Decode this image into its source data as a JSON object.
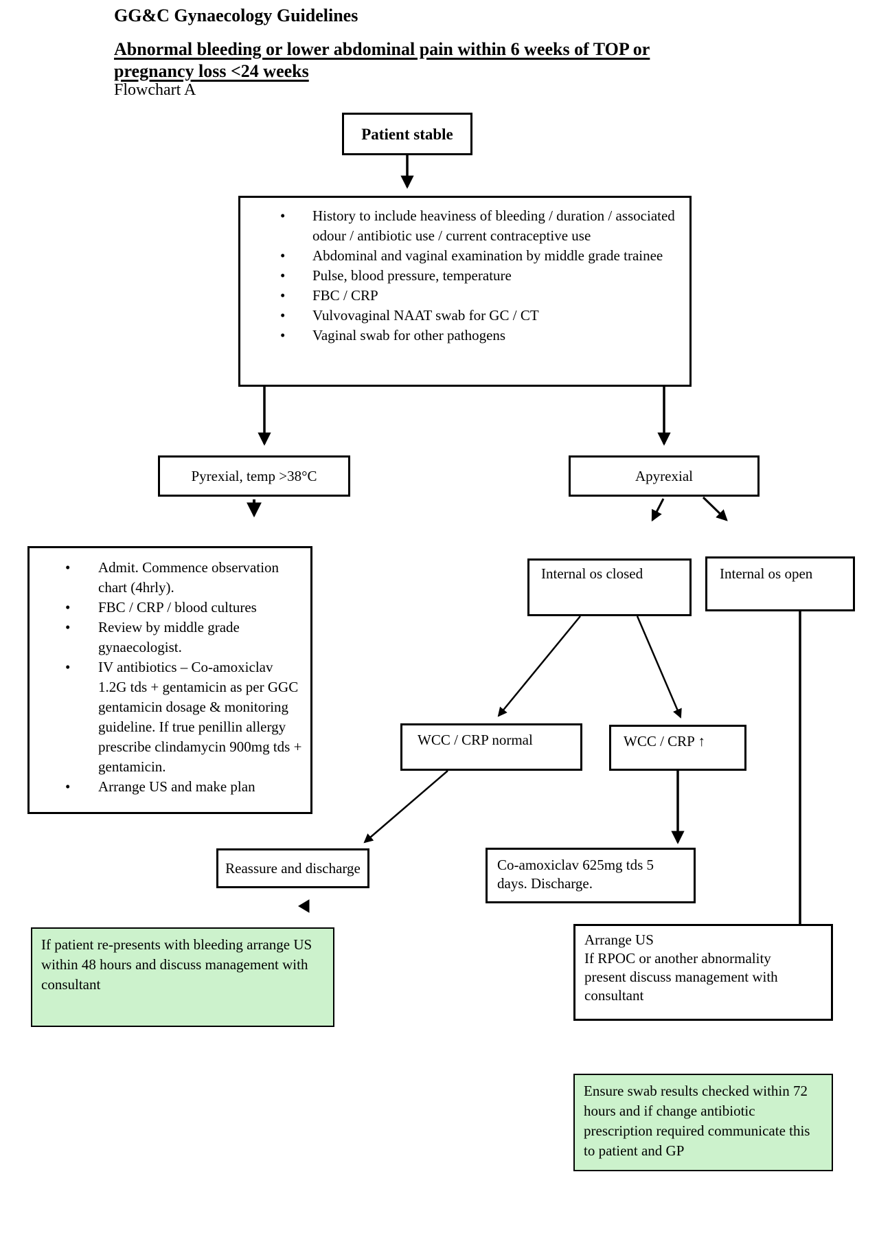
{
  "page": {
    "title": "GG&C Gynaecology Guidelines",
    "heading_line1": "Abnormal bleeding or lower abdominal pain within 6 weeks of TOP or",
    "heading_line2": "pregnancy loss <24 weeks",
    "flowchart_label": "Flowchart A"
  },
  "nodes": {
    "patient_stable": {
      "label": "Patient stable"
    },
    "assessment": {
      "items": [
        "History to include heaviness of bleeding / duration / associated odour / antibiotic use / current contraceptive use",
        "Abdominal and vaginal examination by middle grade trainee",
        "Pulse, blood pressure, temperature",
        "FBC / CRP",
        "Vulvovaginal NAAT swab for GC / CT",
        "Vaginal swab for other pathogens"
      ]
    },
    "pyrexial": {
      "label": "Pyrexial, temp >38°C"
    },
    "apyrexial": {
      "label": "Apyrexial"
    },
    "admit": {
      "items": [
        "Admit. Commence observation chart (4hrly).",
        "FBC / CRP / blood cultures",
        "Review by middle grade gynaecologist.",
        "IV antibiotics – Co-amoxiclav 1.2G tds + gentamicin as per GGC gentamicin dosage & monitoring guideline. If true penillin allergy prescribe clindamycin 900mg tds + gentamicin.",
        "Arrange US and make plan"
      ]
    },
    "os_closed": {
      "label": "Internal os closed"
    },
    "os_open": {
      "label": "Internal os open"
    },
    "wcc_normal": {
      "label": "WCC / CRP normal"
    },
    "wcc_raised": {
      "label": "WCC / CRP ↑"
    },
    "reassure": {
      "label": "Reassure and discharge"
    },
    "coamoxiclav": {
      "label": "Co-amoxiclav 625mg tds 5 days. Discharge."
    },
    "arrange_us": {
      "line1": "Arrange US",
      "line2": "If RPOC or another abnormality present discuss management with consultant"
    }
  },
  "notes": {
    "re_present": "If patient re-presents with bleeding arrange US within 48 hours and discuss management with consultant",
    "swab_results": "Ensure swab results checked within 72 hours and if change antibiotic prescription required communicate this to patient and GP"
  },
  "colors": {
    "note_background": "#ccf2cc",
    "line_color": "#000000",
    "box_border": "#000000"
  }
}
